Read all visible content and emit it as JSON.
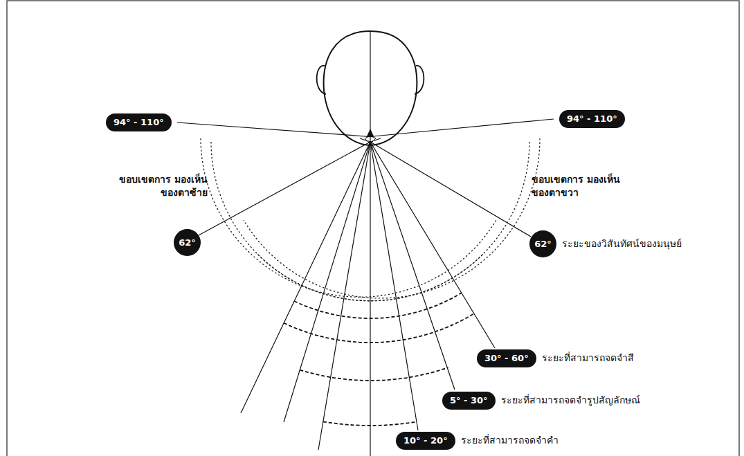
{
  "diagram": {
    "nodes": [
      {
        "text": [
          "94° - 110°"
        ]
      },
      {
        "text": [
          "94° - 110°"
        ]
      },
      {
        "text": [
          "62°"
        ]
      },
      {
        "text": [
          "62°"
        ]
      },
      {
        "text": [
          "30° - 60°"
        ]
      },
      {
        "text": [
          "5° - 30°"
        ]
      },
      {
        "text": [
          "10° - 20°"
        ]
      }
    ],
    "labels": [
      "ขอบเขตการ มองเห็นของตาซ้าย",
      "ขอบเขตการ มองเห็นของตาขวา",
      "ระยะของวิสันทัศน์ของมนุษย์",
      "ระยะที่สามารถจดจำสี",
      "ระยะที่สามารถจดจำรูปสัญลักษณ์",
      "ระยะที่สามารถจดจำคำ"
    ]
  }
}
